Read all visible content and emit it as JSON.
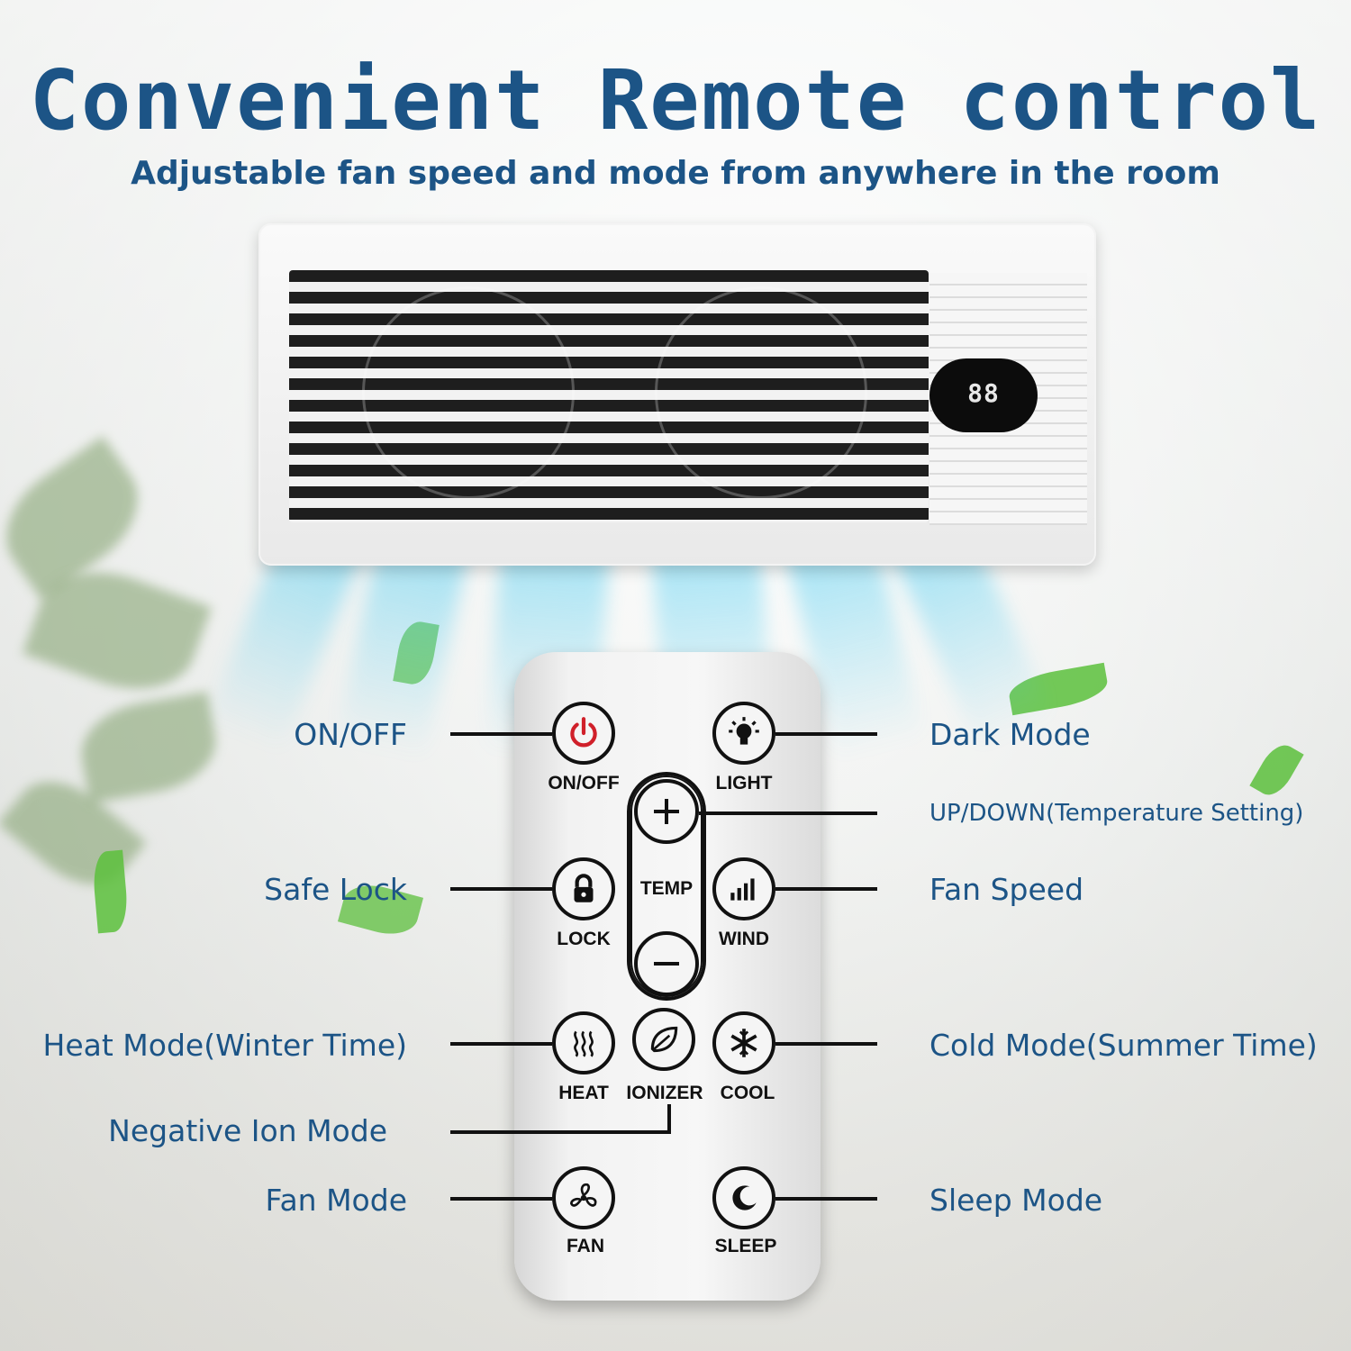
{
  "header": {
    "title": "Convenient Remote control",
    "subtitle": "Adjustable fan speed and mode from anywhere in the room"
  },
  "heater": {
    "display_digits": "88"
  },
  "remote": {
    "buttons": {
      "onoff": "ON/OFF",
      "light": "LIGHT",
      "temp": "TEMP",
      "lock": "LOCK",
      "wind": "WIND",
      "heat": "HEAT",
      "ionizer": "IONIZER",
      "cool": "COOL",
      "fan": "FAN",
      "sleep": "SLEEP"
    }
  },
  "callouts": {
    "onoff": "ON/OFF",
    "dark_mode": "Dark Mode",
    "up_down": "UP/DOWN(Temperature Setting)",
    "safe_lock": "Safe Lock",
    "fan_speed": "Fan Speed",
    "heat_mode": "Heat Mode(Winter Time)",
    "cold_mode": "Cold Mode(Summer Time)",
    "negative_ion": "Negative Ion Mode",
    "fan_mode": "Fan Mode",
    "sleep_mode": "Sleep Mode"
  },
  "colors": {
    "heading": "#1c5486",
    "power_icon": "#d0202a",
    "airflow": "#3cc8f0"
  },
  "icons": [
    "power-icon",
    "bulb-icon",
    "plus-icon",
    "lock-icon",
    "signal-bars-icon",
    "minus-icon",
    "heat-waves-icon",
    "leaf-icon",
    "snowflake-icon",
    "fan-icon",
    "moon-icon"
  ]
}
